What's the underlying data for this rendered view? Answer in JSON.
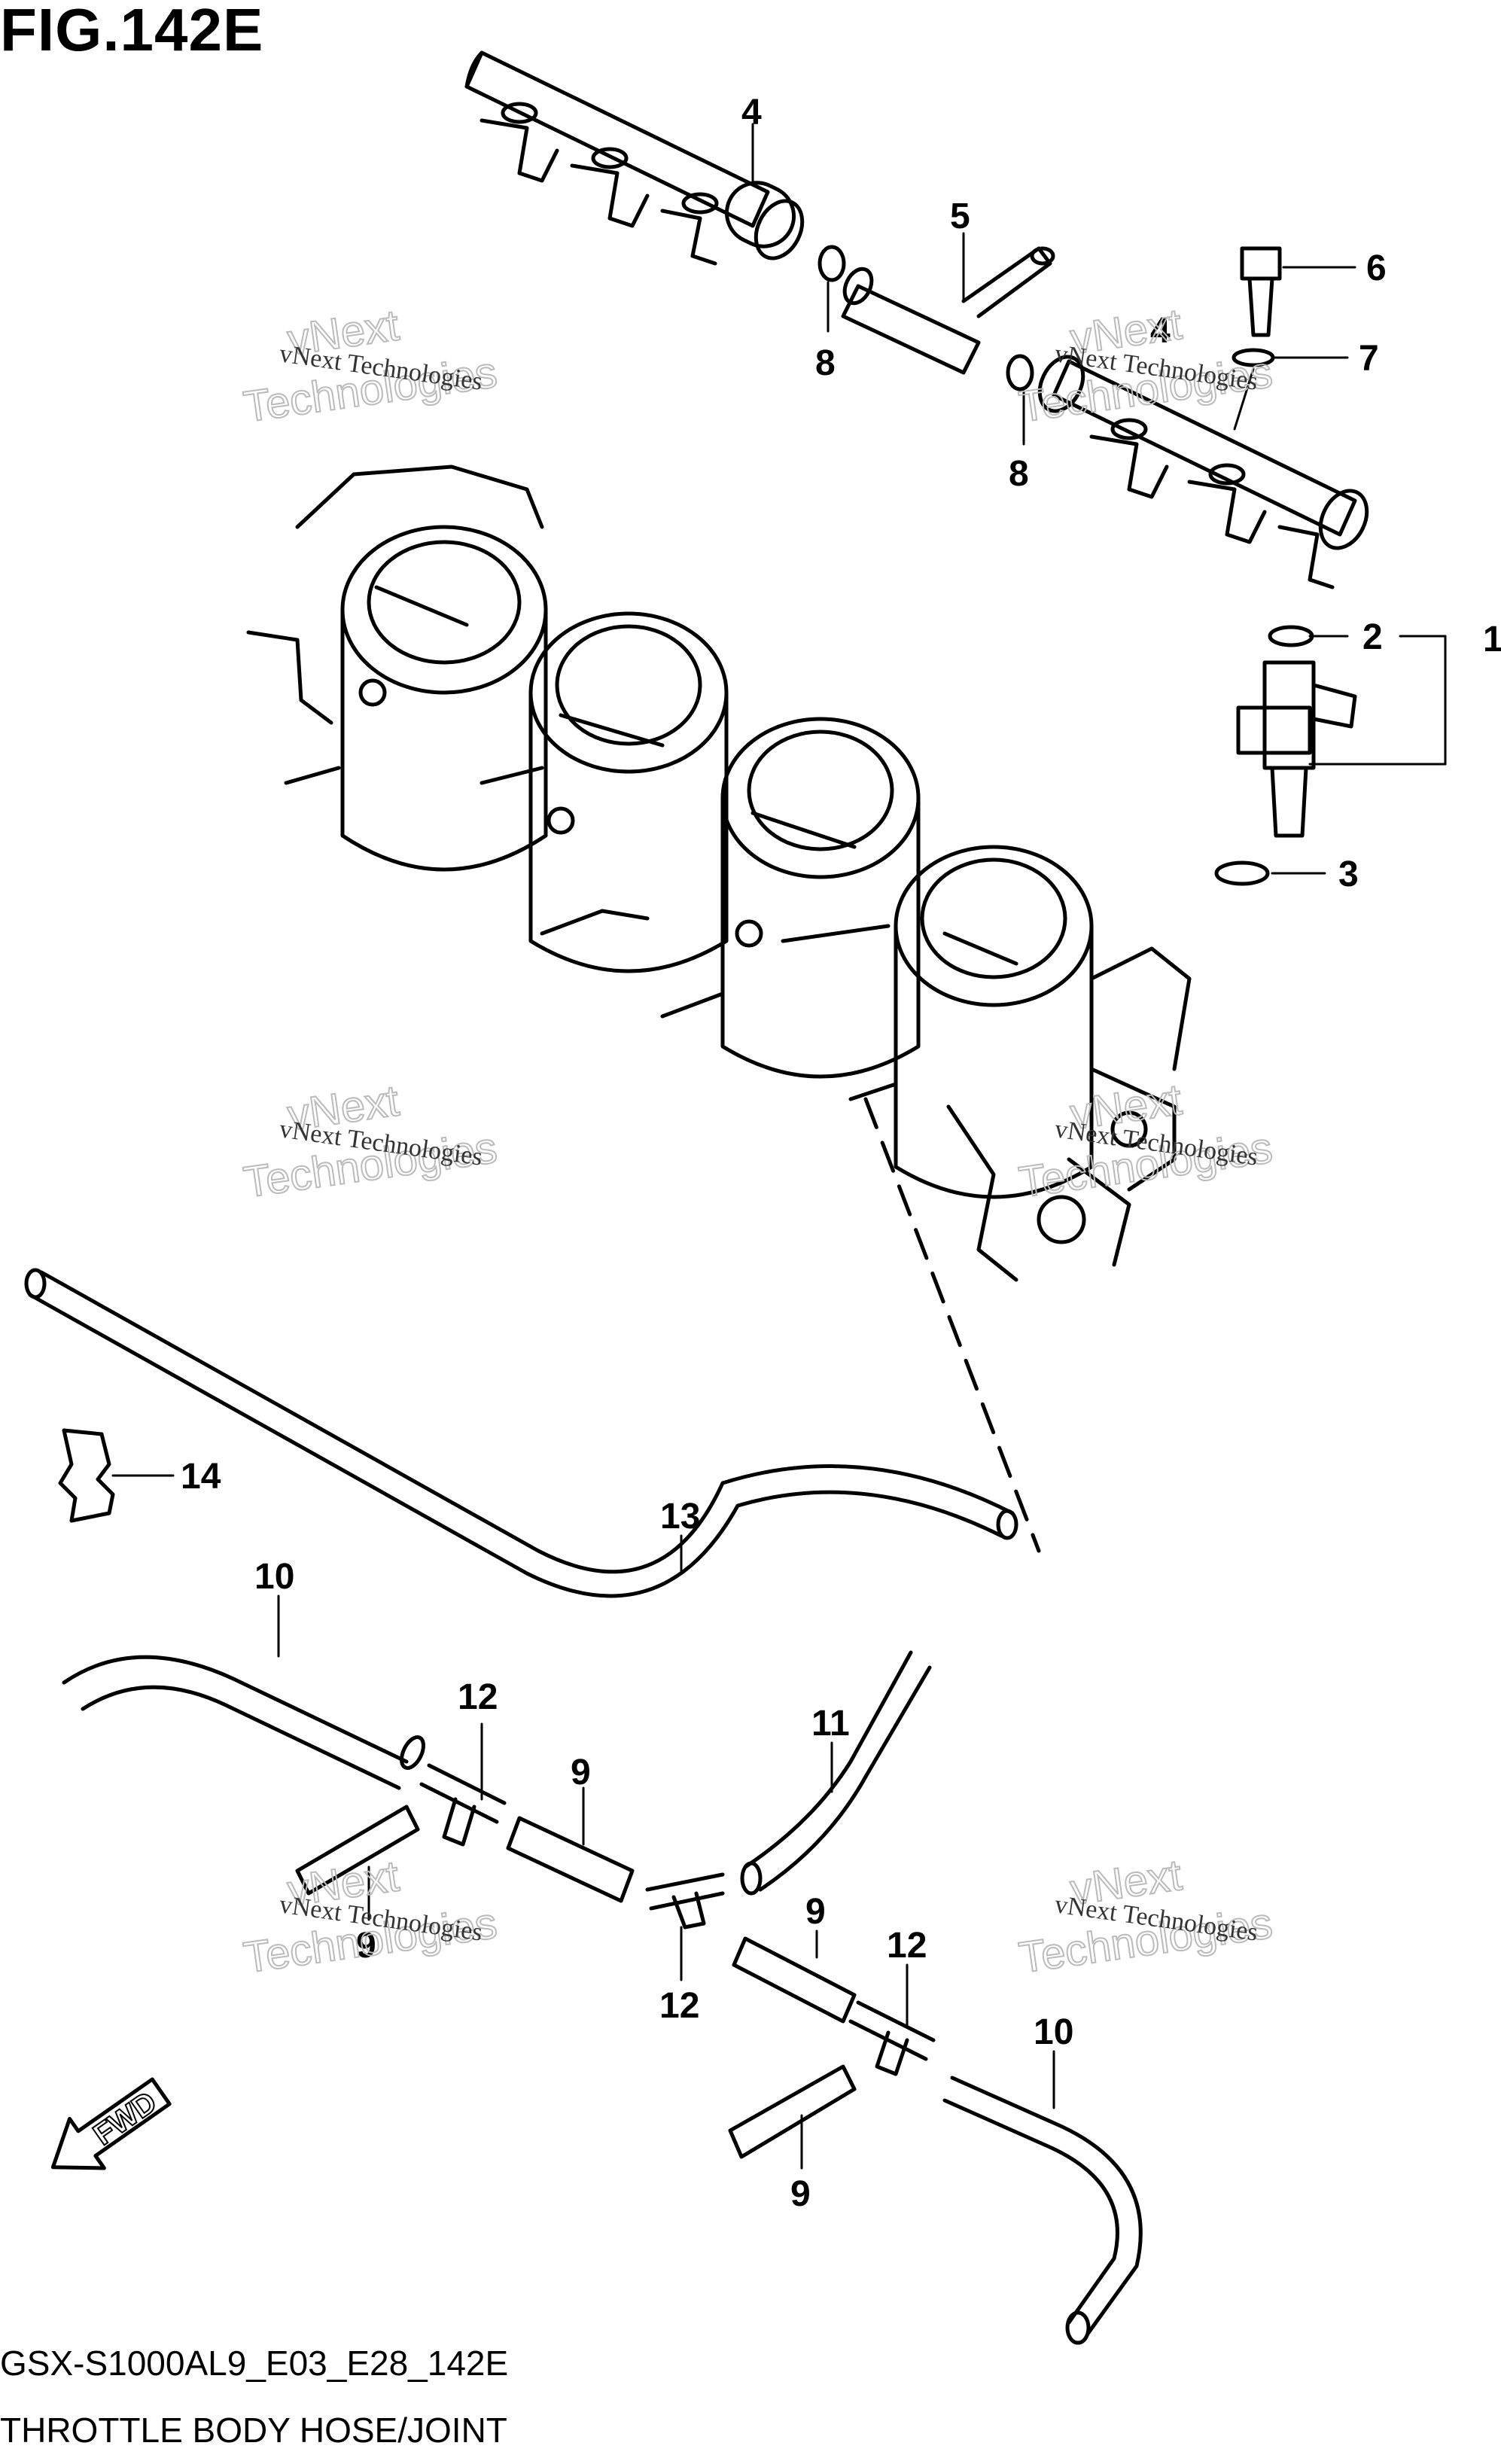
{
  "figure": {
    "title": "FIG.142E",
    "code": "GSX-S1000AL9_E03_E28_142E",
    "name": "THROTTLE BODY HOSE/JOINT"
  },
  "watermark": {
    "line1": "vNext Technologies",
    "line2": "vNext",
    "line3": "Technologies"
  },
  "fwd_label": "FWD",
  "callouts": {
    "c1": "1",
    "c2": "2",
    "c3": "3",
    "c4a": "4",
    "c4b": "4",
    "c5": "5",
    "c6": "6",
    "c7": "7",
    "c8a": "8",
    "c8b": "8",
    "c9a": "9",
    "c9b": "9",
    "c9c": "9",
    "c9d": "9",
    "c10a": "10",
    "c10b": "10",
    "c11": "11",
    "c12a": "12",
    "c12b": "12",
    "c12c": "12",
    "c13": "13",
    "c14": "14"
  },
  "icons": [
    "fwd-arrow-icon"
  ]
}
